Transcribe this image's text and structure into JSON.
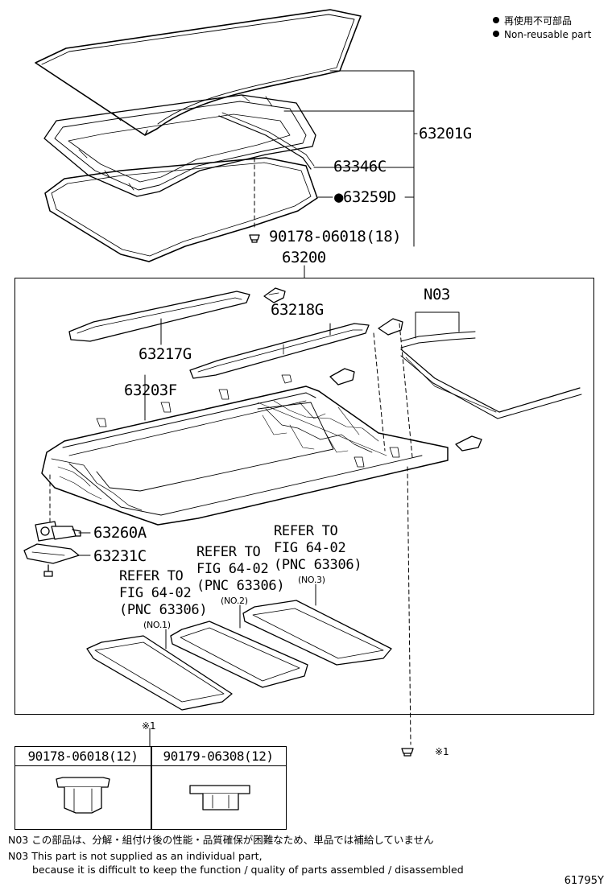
{
  "legend": {
    "line1": "再使用不可部品",
    "line2": "Non-reusable part"
  },
  "labels": {
    "p63201G": "63201G",
    "p63346C": "63346C",
    "p63259D": "●63259D",
    "p90178_top": "90178-06018(18)",
    "p63200": "63200",
    "pN03": "N03",
    "p63218G": "63218G",
    "p63217G": "63217G",
    "p63203F": "63203F",
    "p63260A": "63260A",
    "p63231C": "63231C",
    "mark1_top": "※1",
    "mark1_right": "※1"
  },
  "refs": [
    {
      "l1": "REFER TO",
      "l2": "FIG 64-02",
      "l3": "(PNC 63306)",
      "no": "(NO.1)"
    },
    {
      "l1": "REFER TO",
      "l2": "FIG 64-02",
      "l3": "(PNC 63306)",
      "no": "(NO.2)"
    },
    {
      "l1": "REFER TO",
      "l2": "FIG 64-02",
      "l3": "(PNC 63306)",
      "no": "(NO.3)"
    }
  ],
  "sub_table": {
    "col1": "90178-06018(12)",
    "col2": "90179-06308(12)"
  },
  "notes": {
    "jp": "N03 この部品は、分解・組付け後の性能・品質確保が困難なため、単品では補給していません",
    "en1": "N03 This part is not supplied as an individual part,",
    "en2": "because it is difficult to keep the function / quality of parts assembled / disassembled"
  },
  "footer_code": "61795Y"
}
